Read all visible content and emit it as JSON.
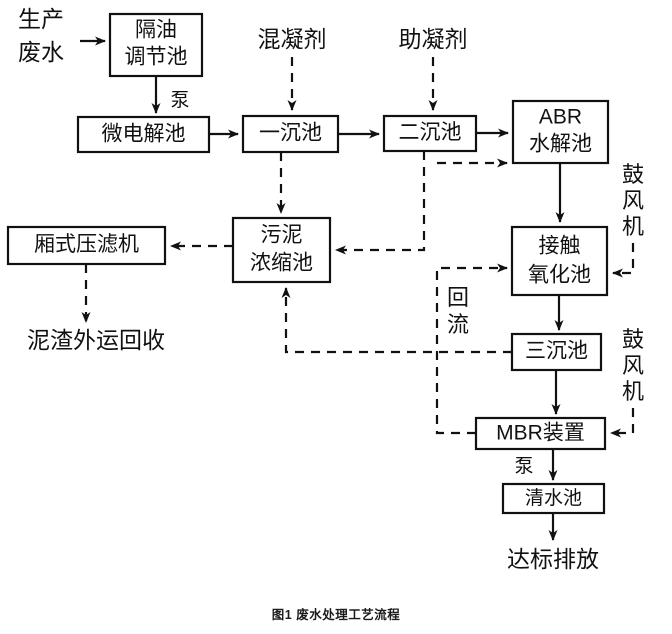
{
  "figure": {
    "caption": "图1  废水处理工艺流程",
    "colors": {
      "line": "#111111",
      "box_fill": "#ffffff",
      "background": "#ffffff",
      "text": "#111111"
    }
  },
  "nodes": {
    "influent": {
      "line1": "生产",
      "line2": "废水"
    },
    "oil_separation_tank": {
      "line1": "隔油",
      "line2": "调节池"
    },
    "micro_electrolysis_tank": {
      "line1": "微电解池"
    },
    "primary_sedimentation_tank": {
      "line1": "一沉池"
    },
    "secondary_sedimentation_tank": {
      "line1": "二沉池"
    },
    "abr_hydrolysis_tank": {
      "line1": "ABR",
      "line2": "水解池"
    },
    "contact_oxidation_tank": {
      "line1": "接触",
      "line2": "氧化池"
    },
    "tertiary_sedimentation_tank": {
      "line1": "三沉池"
    },
    "mbr_unit": {
      "line1": "MBR装置"
    },
    "clean_water_tank": {
      "line1": "清水池"
    },
    "discharge": {
      "line1": "达标排放"
    },
    "sludge_thickening_tank": {
      "line1": "污泥",
      "line2": "浓缩池"
    },
    "chamber_filter_press": {
      "line1": "厢式压滤机"
    },
    "sludge_haulage": {
      "line1": "泥渣外运回收"
    }
  },
  "inputs": {
    "coagulant": "混凝剂",
    "flocculant": "助凝剂",
    "blower_upper": {
      "c1": "鼓",
      "c2": "风",
      "c3": "机"
    },
    "blower_lower": {
      "c1": "鼓",
      "c2": "风",
      "c3": "机"
    }
  },
  "edge_labels": {
    "pump_top": "泵",
    "pump_bottom": "泵",
    "reflux": {
      "c1": "回",
      "c2": "流"
    }
  }
}
